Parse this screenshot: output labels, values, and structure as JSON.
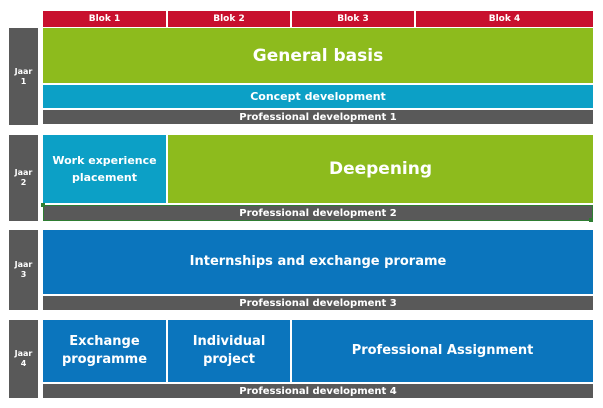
{
  "blocks": [
    "Blok 1",
    "Blok 2",
    "Blok 3",
    "Blok 4"
  ],
  "years": [
    {
      "label": "Jaar 1",
      "line1": "Jaar",
      "line2": "1"
    },
    {
      "label": "Jaar 2",
      "line1": "Jaar",
      "line2": "2"
    },
    {
      "label": "Jaar 3",
      "line1": "Jaar",
      "line2": "3"
    },
    {
      "label": "Jaar 4",
      "line1": "Jaar",
      "line2": "4"
    }
  ],
  "year1": {
    "general_basis": "General basis",
    "concept_development": "Concept development",
    "professional_development": "Professional development 1"
  },
  "year2": {
    "work_experience_line1": "Work experience",
    "work_experience_line2": "placement",
    "deepening": "Deepening",
    "professional_development": "Professional development 2"
  },
  "year3": {
    "internships": "Internships and exchange prorame",
    "professional_development": "Professional development 3"
  },
  "year4": {
    "exchange_line1": "Exchange",
    "exchange_line2": "programme",
    "individual_line1": "Individual",
    "individual_line2": "project",
    "professional_assignment": "Professional Assignment",
    "professional_development": "Professional development 4"
  },
  "colors": {
    "block_header": "#c8102e",
    "lime": "#8dbb1d",
    "teal": "#0ca0c6",
    "blue": "#0b75bd",
    "gray": "#595959"
  }
}
